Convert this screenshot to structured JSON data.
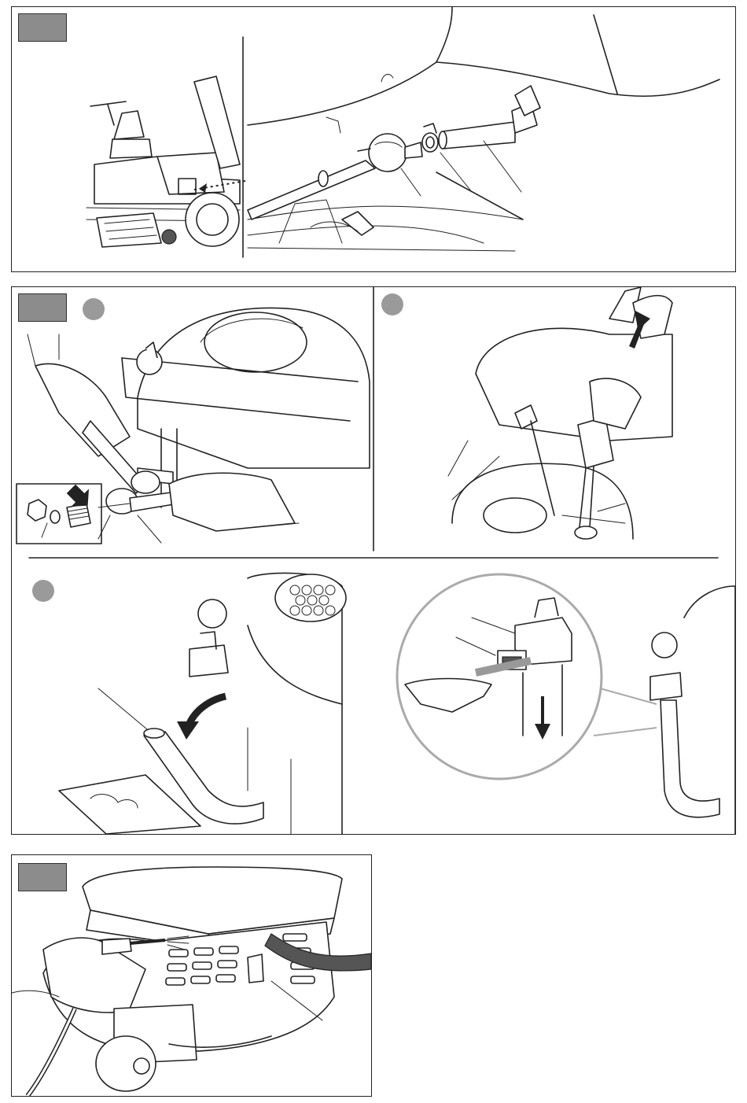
{
  "page": {
    "figures": [
      {
        "id": "fig1",
        "tag": ""
      },
      {
        "id": "fig2",
        "tag": "",
        "steps": [
          "",
          "",
          ""
        ]
      },
      {
        "id": "fig3",
        "tag": ""
      }
    ]
  },
  "colors": {
    "tag_fill": "#8c8c8c",
    "step_fill": "#9a9a9a",
    "line": "#222222",
    "magnifier": "#aaaaaa"
  },
  "icons": [
    "tractor-illustration",
    "fuel-line-illustration",
    "wrench-illustration",
    "oil-pump-illustration",
    "drain-hose-illustration",
    "magnifier-illustration",
    "blower-illustration"
  ]
}
